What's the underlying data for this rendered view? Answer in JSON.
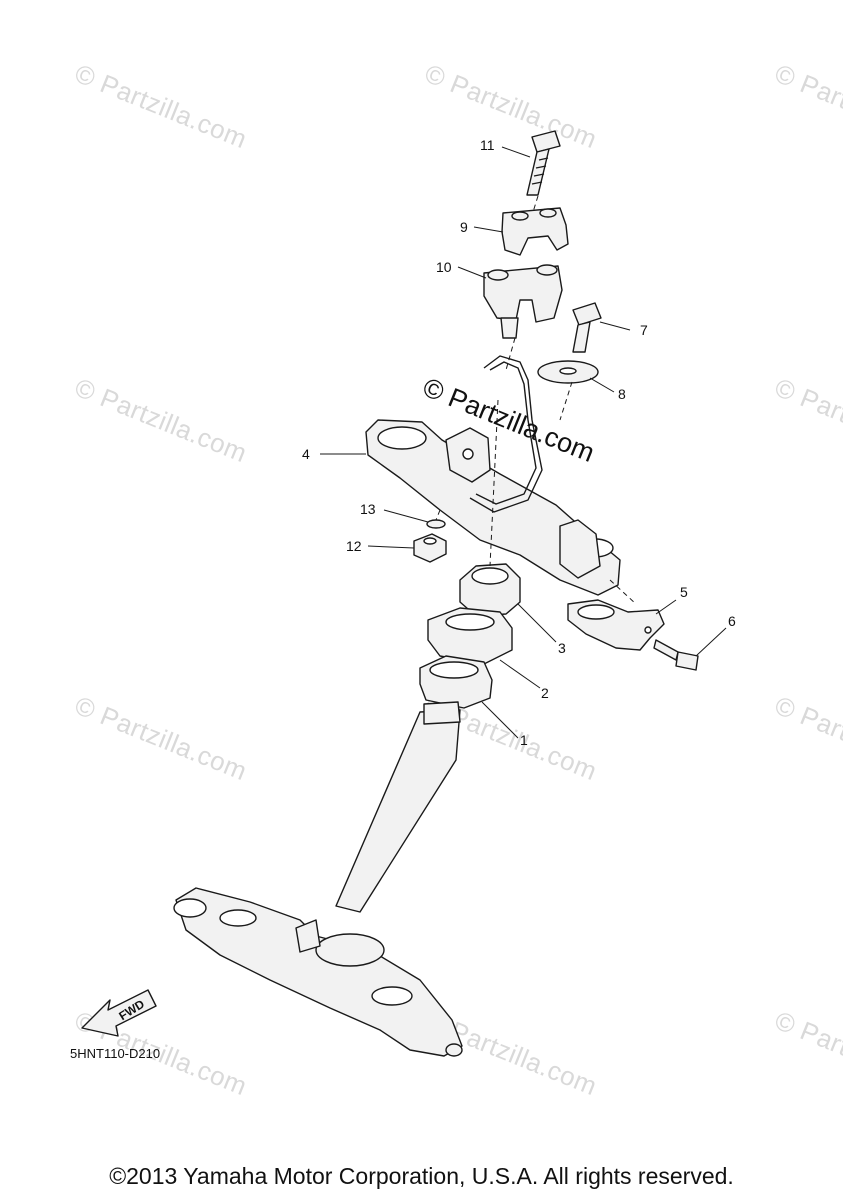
{
  "watermark": "© Partzilla.com",
  "watermark_center": "© Partzilla.com",
  "callouts": [
    "11",
    "9",
    "10",
    "7",
    "8",
    "4",
    "13",
    "12",
    "5",
    "6",
    "3",
    "2",
    "1"
  ],
  "fwd_label": "FWD",
  "diagram_code": "5HNT110-D210",
  "copyright": "©2013 Yamaha Motor Corporation, U.S.A. All rights reserved."
}
